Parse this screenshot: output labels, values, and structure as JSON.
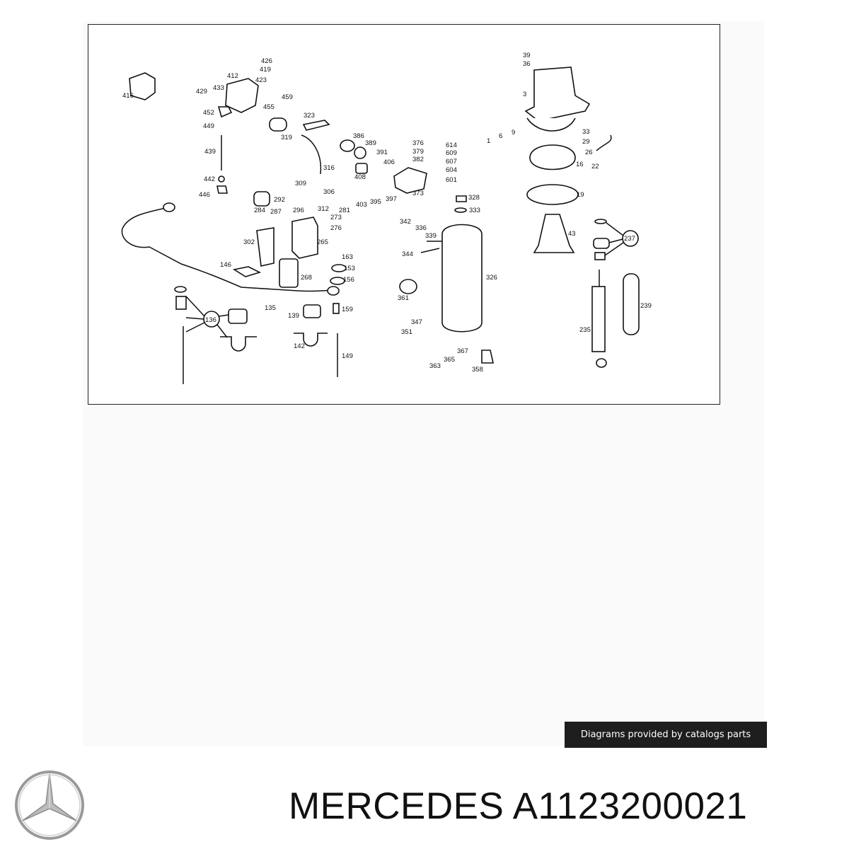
{
  "diagram": {
    "callouts": [
      "426",
      "419",
      "423",
      "412",
      "433",
      "429",
      "416",
      "459",
      "455",
      "452",
      "449",
      "439",
      "442",
      "446",
      "323",
      "319",
      "316",
      "309",
      "306",
      "292",
      "296",
      "284",
      "287",
      "312",
      "281",
      "273",
      "276",
      "302",
      "265",
      "163",
      "153",
      "156",
      "268",
      "146",
      "135",
      "136",
      "139",
      "142",
      "159",
      "149",
      "386",
      "389",
      "391",
      "406",
      "408",
      "403",
      "395",
      "397",
      "376",
      "379",
      "382",
      "373",
      "614",
      "609",
      "607",
      "604",
      "601",
      "328",
      "333",
      "342",
      "336",
      "339",
      "344",
      "326",
      "361",
      "347",
      "351",
      "363",
      "365",
      "367",
      "358",
      "39",
      "36",
      "3",
      "1",
      "6",
      "9",
      "33",
      "29",
      "26",
      "22",
      "16",
      "19",
      "43",
      "237",
      "235",
      "239"
    ]
  },
  "credit": {
    "text": "Diagrams provided by catalogs parts"
  },
  "title": {
    "brand": "MERCEDES",
    "part_number": "A1123200021"
  },
  "logo": {
    "icon": "mercedes-star-icon"
  }
}
